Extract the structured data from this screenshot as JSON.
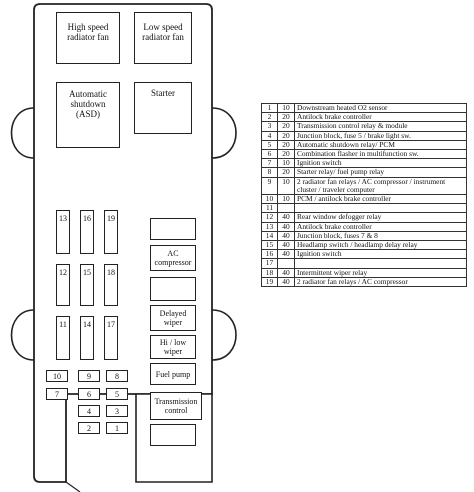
{
  "relays_top": [
    {
      "label": "High speed\nradiator fan"
    },
    {
      "label": "Low speed\nradiator fan"
    },
    {
      "label": "Automatic\nshutdown\n(ASD)"
    },
    {
      "label": "Starter"
    }
  ],
  "fuses_large": [
    "13",
    "16",
    "19",
    "12",
    "15",
    "18",
    "11",
    "14",
    "17"
  ],
  "fuses_small": [
    "10",
    "9",
    "8",
    "7",
    "6",
    "5",
    "4",
    "3",
    "2",
    "1"
  ],
  "relays_right": [
    {
      "label": ""
    },
    {
      "label": "AC\ncompressor"
    },
    {
      "label": ""
    },
    {
      "label": "Delayed\nwiper"
    },
    {
      "label": "Hi / low\nwiper"
    },
    {
      "label": "Fuel pump"
    },
    {
      "label": "Transmission\ncontrol"
    },
    {
      "label": ""
    }
  ],
  "legend": [
    {
      "n": "1",
      "amps": "10",
      "desc": "Downstream heated O2 sensor"
    },
    {
      "n": "2",
      "amps": "20",
      "desc": "Antilock brake controller"
    },
    {
      "n": "3",
      "amps": "20",
      "desc": "Transmission control relay & module"
    },
    {
      "n": "4",
      "amps": "20",
      "desc": "Junction block, fuse 5 / brake light sw."
    },
    {
      "n": "5",
      "amps": "20",
      "desc": "Automatic shutdown relay/ PCM"
    },
    {
      "n": "6",
      "amps": "20",
      "desc": "Combination flasher in multifunction sw."
    },
    {
      "n": "7",
      "amps": "10",
      "desc": "Ignition switch"
    },
    {
      "n": "8",
      "amps": "20",
      "desc": "Starter relay/ fuel pump relay"
    },
    {
      "n": "9",
      "amps": "10",
      "desc": "2 radiator fan relays / AC compressor / instrument cluster / traveler computer"
    },
    {
      "n": "10",
      "amps": "10",
      "desc": "PCM / antilock brake controller"
    },
    {
      "n": "11",
      "amps": "",
      "desc": ""
    },
    {
      "n": "12",
      "amps": "40",
      "desc": "Rear window defogger relay"
    },
    {
      "n": "13",
      "amps": "40",
      "desc": "Antilock brake controller"
    },
    {
      "n": "14",
      "amps": "40",
      "desc": "Junction block, fuses 7 & 8"
    },
    {
      "n": "15",
      "amps": "40",
      "desc": "Headlamp switch / headlamp delay relay"
    },
    {
      "n": "16",
      "amps": "40",
      "desc": "Ignition switch"
    },
    {
      "n": "17",
      "amps": "",
      "desc": ""
    },
    {
      "n": "18",
      "amps": "40",
      "desc": "Intermittent wiper relay"
    },
    {
      "n": "19",
      "amps": "40",
      "desc": "2 radiator fan relays / AC compressor"
    }
  ]
}
